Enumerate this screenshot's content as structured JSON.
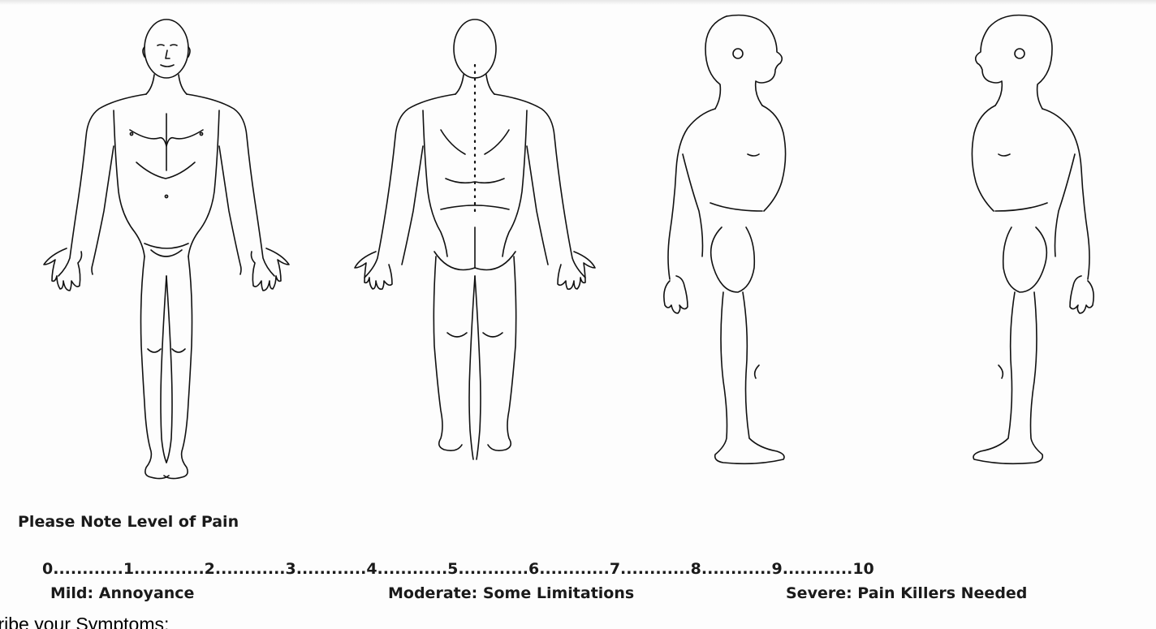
{
  "form": {
    "heading": "Please Note Level of Pain",
    "scale_line": "0............1............2............3............4............5............6............7............8............9............10",
    "categories": {
      "mild": "Mild: Annoyance",
      "moderate": "Moderate: Some Limitations",
      "severe": "Severe: Pain Killers Needed"
    },
    "symptoms_prompt": "cribe your Symptoms:"
  },
  "figures": [
    {
      "view": "front",
      "icon": "body-front-outline"
    },
    {
      "view": "back",
      "icon": "body-back-outline"
    },
    {
      "view": "right-side",
      "icon": "body-right-side-outline"
    },
    {
      "view": "left-side",
      "icon": "body-left-side-outline"
    }
  ],
  "colors": {
    "ink": "#111111",
    "paper": "#fdfdfd"
  }
}
